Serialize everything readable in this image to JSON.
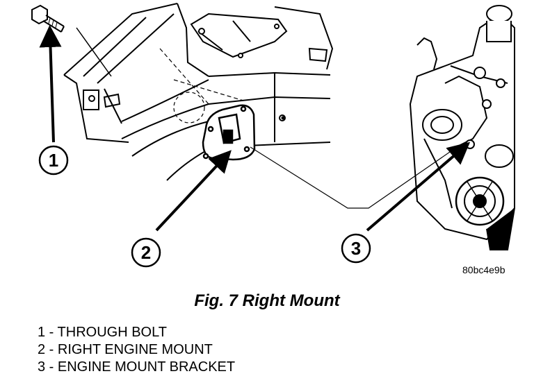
{
  "figure": {
    "callouts": [
      "1",
      "2",
      "3"
    ],
    "ref_code": "80bc4e9b",
    "caption": "Fig. 7 Right Mount"
  },
  "legend": [
    {
      "num": "1",
      "text": " - THROUGH BOLT"
    },
    {
      "num": "2",
      "text": " - RIGHT ENGINE MOUNT"
    },
    {
      "num": "3",
      "text": " - ENGINE MOUNT BRACKET"
    }
  ]
}
